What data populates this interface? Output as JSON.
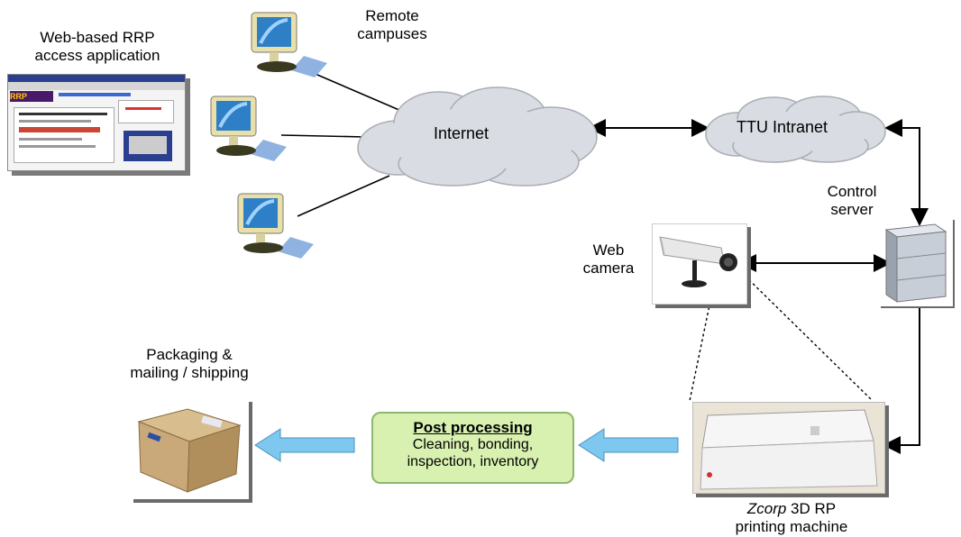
{
  "labels": {
    "web_app": "Web-based RRP\naccess application",
    "remote": "Remote\ncampuses",
    "internet": "Internet",
    "intranet": "TTU Intranet",
    "control_server": "Control\nserver",
    "web_camera": "Web\ncamera",
    "packaging": "Packaging  &\nmailing / shipping",
    "post_title": "Post processing",
    "post_body": "Cleaning, bonding,\ninspection, inventory",
    "printer_italic": "Zcorp",
    "printer_rest": " 3D RP\nprinting machine"
  },
  "screenshot_banner": "RRP",
  "colors": {
    "cloud": "#d9dde3",
    "arrow_fill": "#7ec7ee",
    "post_box": "#d8f0b0",
    "monitor_screen": "#2e7fc6",
    "box": "#c9a879"
  }
}
